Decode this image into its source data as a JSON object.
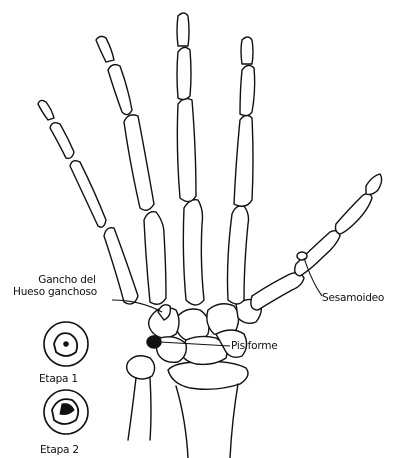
{
  "labels": {
    "hook_line1": "Gancho del",
    "hook_line2": "Hueso ganchoso",
    "sesamoid": "Sesamoideo",
    "pisiform": "Pisiforme",
    "stage1": "Etapa 1",
    "stage2": "Etapa 2"
  },
  "colors": {
    "ink": "#111111",
    "background": "#ffffff"
  }
}
